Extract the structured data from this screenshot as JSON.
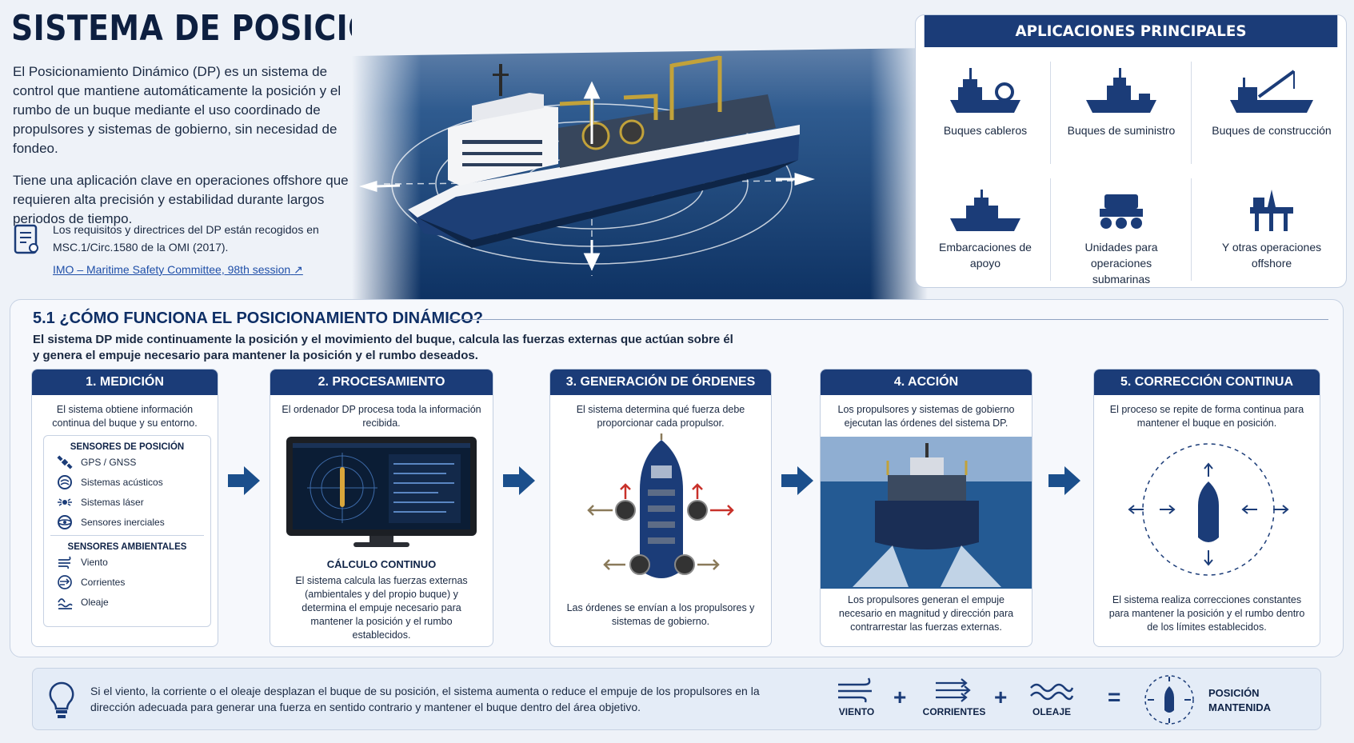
{
  "title": "SISTEMA DE POSICIONAMIENTO DINÁMICO (DP)",
  "intro": {
    "p1": "El Posicionamiento Dinámico (DP) es un sistema de control que mantiene automáticamente la posición y el rumbo de un buque mediante el uso coordinado de propulsores y sistemas de gobierno, sin necesidad de fondeo.",
    "p2": "Tiene una aplicación clave en operaciones offshore que requieren alta precisión y estabilidad durante largos periodos de tiempo."
  },
  "requirements": {
    "text": "Los requisitos y directrices del DP están recogidos en MSC.1/Circ.1580 de la OMI (2017).",
    "link": "IMO – Maritime Safety Committee, 98th session",
    "icon": "document-icon"
  },
  "applications": {
    "title": "APLICACIONES PRINCIPALES",
    "items": [
      {
        "label": "Buques cableros",
        "icon": "cable-ship-icon"
      },
      {
        "label": "Buques de suministro",
        "icon": "supply-ship-icon"
      },
      {
        "label": "Buques de construcción",
        "icon": "crane-ship-icon"
      },
      {
        "label": "Embarcaciones de apoyo",
        "icon": "support-vessel-icon"
      },
      {
        "label": "Unidades para operaciones submarinas",
        "icon": "rov-icon"
      },
      {
        "label": "Y otras operaciones offshore",
        "icon": "oil-platform-icon"
      }
    ]
  },
  "section": {
    "title": "5.1  ¿CÓMO FUNCIONA EL POSICIONAMIENTO DINÁMICO?",
    "description": "El sistema DP mide continuamente la posición y el movimiento del buque, calcula las fuerzas externas que actúan sobre él y genera el empuje necesario para mantener la posición y el rumbo deseados."
  },
  "steps": [
    {
      "title": "1.  MEDICIÓN",
      "text": "El sistema obtiene información continua del buque y su entorno.",
      "position_sensors_title": "SENSORES DE POSICIÓN",
      "position_sensors": [
        {
          "label": "GPS / GNSS",
          "icon": "satellite-icon"
        },
        {
          "label": "Sistemas acústicos",
          "icon": "acoustic-icon"
        },
        {
          "label": "Sistemas láser",
          "icon": "laser-icon"
        },
        {
          "label": "Sensores inerciales",
          "icon": "gyroscope-icon"
        }
      ],
      "env_sensors_title": "SENSORES AMBIENTALES",
      "env_sensors": [
        {
          "label": "Viento",
          "icon": "wind-icon"
        },
        {
          "label": "Corrientes",
          "icon": "current-icon"
        },
        {
          "label": "Oleaje",
          "icon": "wave-icon"
        }
      ]
    },
    {
      "title": "2.  PROCESAMIENTO",
      "text": "El ordenador DP procesa toda la información recibida.",
      "sub_title": "CÁLCULO CONTINUO",
      "sub_text": "El sistema calcula las fuerzas externas (ambientales y del propio buque) y determina el empuje necesario para mantener la posición y el rumbo establecidos."
    },
    {
      "title": "3.  GENERACIÓN DE ÓRDENES",
      "text": "El sistema determina qué fuerza debe proporcionar cada propulsor.",
      "sub_text": "Las órdenes se envían a los propulsores y sistemas de gobierno."
    },
    {
      "title": "4.  ACCIÓN",
      "text": "Los propulsores y sistemas de gobierno ejecutan las órdenes del sistema DP.",
      "sub_text": "Los propulsores generan el empuje necesario en magnitud y dirección para contrarrestar las fuerzas externas."
    },
    {
      "title": "5.  CORRECCIÓN CONTINUA",
      "text": "El proceso se repite de forma continua para mantener el buque en posición.",
      "sub_text": "El sistema realiza correcciones constantes para mantener la posición y el rumbo dentro de los límites establecidos."
    }
  ],
  "bottom": {
    "text": "Si el viento, la corriente o el oleaje desplazan el buque de su posición, el sistema aumenta o reduce el empuje de los propulsores en la dirección adecuada para generar una fuerza en sentido contrario y mantener el buque dentro del área objetivo.",
    "wind": "VIENTO",
    "currents": "CORRIENTES",
    "waves": "OLEAJE",
    "plus": "+",
    "equals": "=",
    "result": "POSICIÓN MANTENIDA"
  },
  "colors": {
    "primary": "#1b3c78",
    "accent_red": "#c8312a",
    "sea": "#123b6e"
  }
}
